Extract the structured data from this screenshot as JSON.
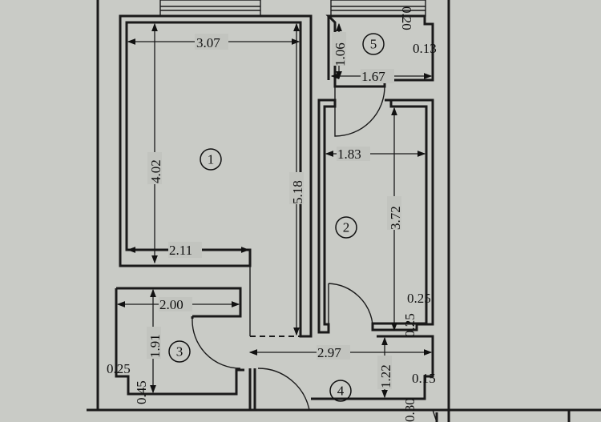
{
  "rooms": [
    {
      "number": "1"
    },
    {
      "number": "2"
    },
    {
      "number": "3"
    },
    {
      "number": "4"
    },
    {
      "number": "5"
    }
  ],
  "dimensions": {
    "room1_width": "3.07",
    "room1_height": "4.02",
    "room1_total_height": "5.18",
    "room1_bottom_width": "2.11",
    "room5_height": "1.06",
    "room5_width": "1.67",
    "room5_offset_top": "0.20",
    "room5_offset_right": "0.13",
    "room2_width": "1.83",
    "room2_height": "3.72",
    "room2_notch_a": "0.25",
    "room2_notch_b": "0.25",
    "room3_width": "2.00",
    "room3_height": "1.91",
    "room3_notch_a": "0.25",
    "room3_notch_b": "0.45",
    "room4_width": "2.97",
    "room4_height": "1.22",
    "room4_notch_a": "0.15",
    "room4_notch_b": "0.30"
  }
}
